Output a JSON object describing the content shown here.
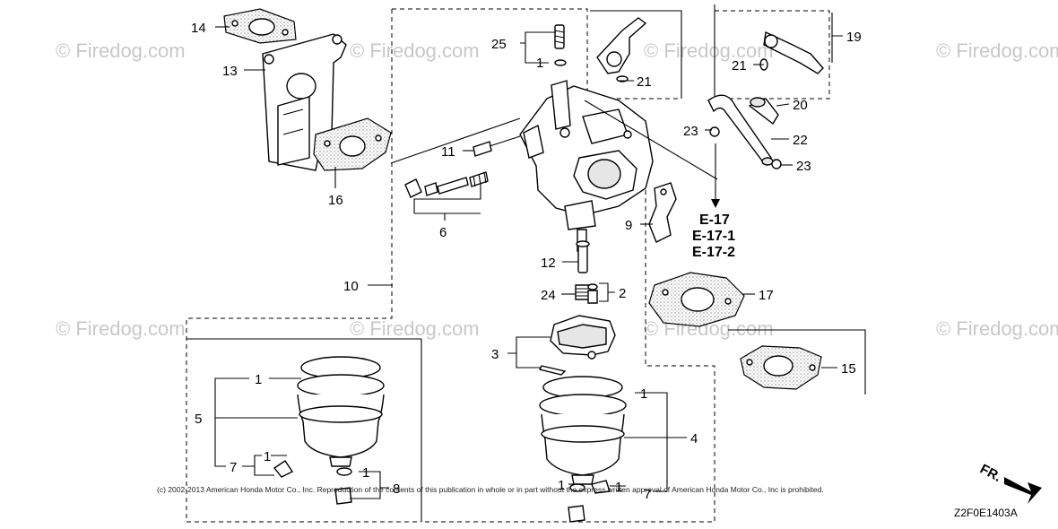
{
  "watermark": "© Firedog.com",
  "copyright": "(c) 2002-2013 American Honda Motor Co., Inc. Reproduction of the contents of this publication in whole or in part without the express written approval of American Honda Motor Co., Inc is prohibited.",
  "diagram_code": "Z2F0E1403A",
  "front_marker": "FR.",
  "refs": [
    "E-17",
    "E-17-1",
    "E-17-2"
  ],
  "callouts": {
    "c14": "14",
    "c13": "13",
    "c16": "16",
    "c25": "25",
    "c1a": "1",
    "c21a": "21",
    "c21b": "21",
    "c19": "19",
    "c20": "20",
    "c22": "22",
    "c23a": "23",
    "c23b": "23",
    "c11": "11",
    "c6": "6",
    "c9": "9",
    "c10": "10",
    "c12": "12",
    "c24": "24",
    "c2": "2",
    "c17": "17",
    "c3": "3",
    "c15": "15",
    "c1b": "1",
    "c5": "5",
    "c7a": "7",
    "c1c": "1",
    "c1d": "1",
    "c8": "8",
    "c1e": "1",
    "c4": "4",
    "c1f": "1",
    "c1g": "1",
    "c7b": "7"
  }
}
